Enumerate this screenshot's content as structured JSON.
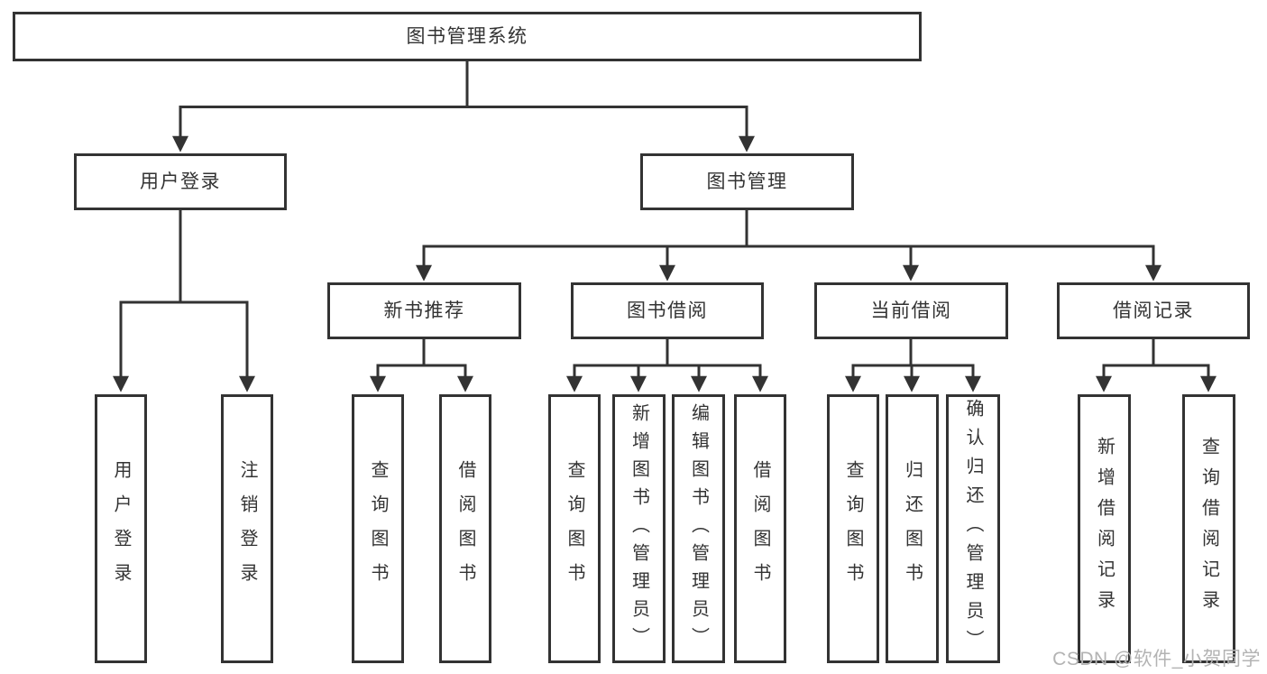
{
  "diagram": {
    "root": {
      "label": "图书管理系统"
    },
    "branches": [
      {
        "label": "用户登录",
        "children": [
          {
            "label": "用户登录"
          },
          {
            "label": "注销登录"
          }
        ]
      },
      {
        "label": "图书管理",
        "children": [
          {
            "label": "新书推荐",
            "children": [
              {
                "label": "查询图书"
              },
              {
                "label": "借阅图书"
              }
            ]
          },
          {
            "label": "图书借阅",
            "children": [
              {
                "label": "查询图书"
              },
              {
                "label": "新增图书（管理员）"
              },
              {
                "label": "编辑图书（管理员）"
              },
              {
                "label": "借阅图书"
              }
            ]
          },
          {
            "label": "当前借阅",
            "children": [
              {
                "label": "查询图书"
              },
              {
                "label": "归还图书"
              },
              {
                "label": "确认归还（管理员）"
              }
            ]
          },
          {
            "label": "借阅记录",
            "children": [
              {
                "label": "新增借阅记录"
              },
              {
                "label": "查询借阅记录"
              }
            ]
          }
        ]
      }
    ]
  },
  "watermark": {
    "text": "CSDN @软件_小贺同学"
  },
  "colors": {
    "line": "#333333",
    "box_border": "#333333",
    "text": "#333333",
    "watermark": "#b3b3b3",
    "background": "#ffffff"
  }
}
